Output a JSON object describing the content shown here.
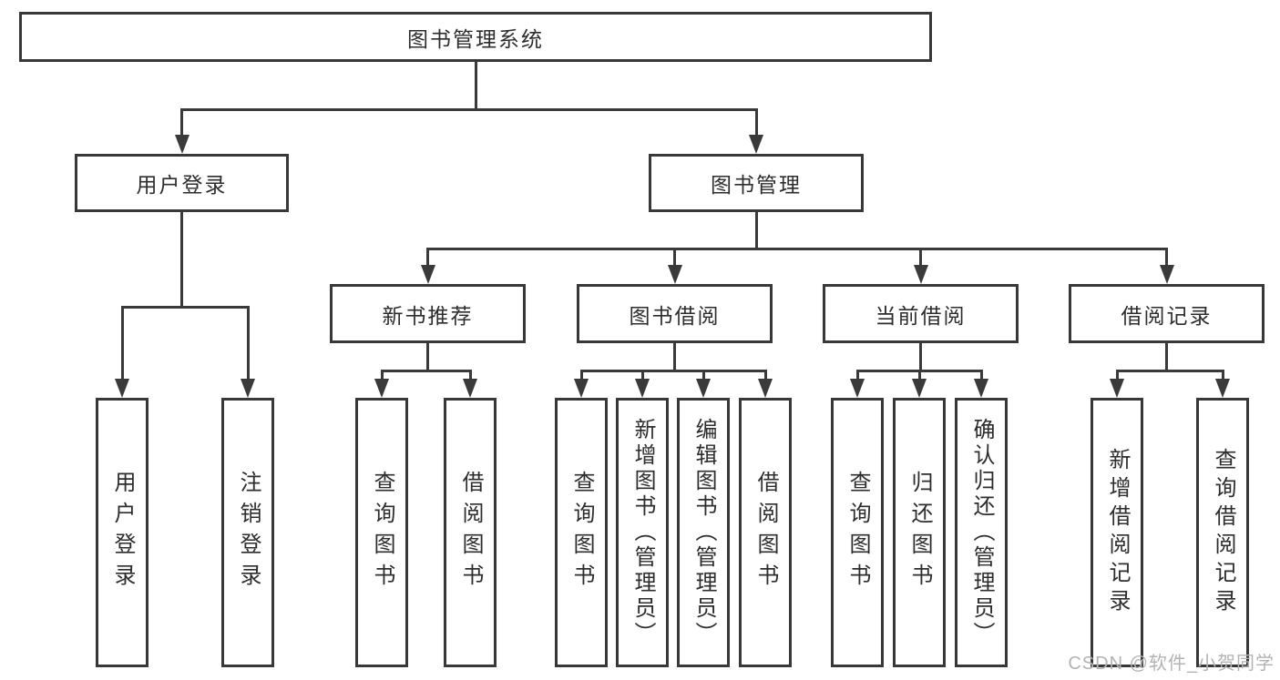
{
  "tree": {
    "label": "图书管理系统",
    "children": [
      {
        "label": "用户登录",
        "children": [
          {
            "label": "用户登录"
          },
          {
            "label": "注销登录"
          }
        ]
      },
      {
        "label": "图书管理",
        "children": [
          {
            "label": "新书推荐",
            "children": [
              {
                "label": "查询图书"
              },
              {
                "label": "借阅图书"
              }
            ]
          },
          {
            "label": "图书借阅",
            "children": [
              {
                "label": "查询图书"
              },
              {
                "label": "新增图书（管理员）"
              },
              {
                "label": "编辑图书（管理员）"
              },
              {
                "label": "借阅图书"
              }
            ]
          },
          {
            "label": "当前借阅",
            "children": [
              {
                "label": "查询图书"
              },
              {
                "label": "归还图书"
              },
              {
                "label": "确认归还（管理员）"
              }
            ]
          },
          {
            "label": "借阅记录",
            "children": [
              {
                "label": "新增借阅记录"
              },
              {
                "label": "查询借阅记录"
              }
            ]
          }
        ]
      }
    ]
  },
  "watermark": "CSDN @软件_小贺同学",
  "colors": {
    "line": "#3a3a3a",
    "border": "#383838",
    "text": "#2d2d2d",
    "watermark": "#b3b3b3",
    "background": "#ffffff"
  }
}
